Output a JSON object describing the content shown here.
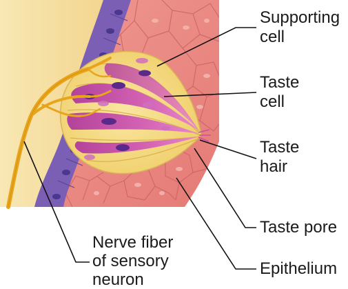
{
  "labels": {
    "supporting_cell": [
      "Supporting",
      "cell"
    ],
    "taste_cell": [
      "Taste",
      "cell"
    ],
    "taste_hair": [
      "Taste",
      "hair"
    ],
    "taste_pore": "Taste pore",
    "epithelium": "Epithelium",
    "nerve_fiber": [
      "Nerve fiber",
      "of sensory",
      "neuron"
    ]
  },
  "colors": {
    "background_tissue": "#f7e3a8",
    "epithelium": "#ea8c86",
    "basal_layer": "#7a5fb5",
    "taste_bud_fill": "#f6dd86",
    "taste_cell": "#c84fa6",
    "nerve": "#e8a51c",
    "leader_line": "#111111"
  }
}
